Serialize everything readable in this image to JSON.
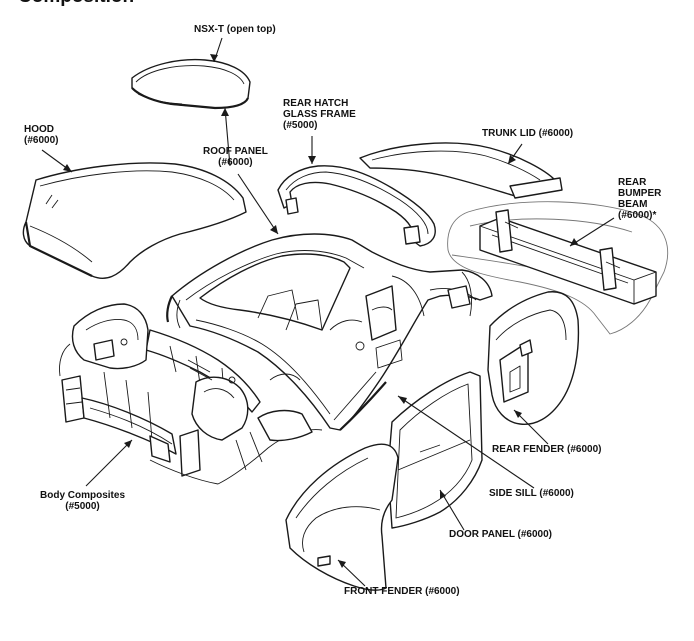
{
  "header": {
    "title": "Composition"
  },
  "labels": {
    "nsx_t": "NSX-T (open top)",
    "roof_panel": [
      "ROOF PANEL",
      "(#6000)"
    ],
    "hood": [
      "HOOD",
      "(#6000)"
    ],
    "rear_hatch": [
      "REAR HATCH",
      "GLASS FRAME",
      "(#5000)"
    ],
    "trunk_lid": "TRUNK LID (#6000)",
    "rear_bumper": [
      "REAR",
      "BUMPER",
      "BEAM",
      "(#6000)*"
    ],
    "rear_fender": "REAR FENDER (#6000)",
    "side_sill": "SIDE SILL (#6000)",
    "door_panel": "DOOR PANEL (#6000)",
    "front_fender": "FRONT FENDER (#6000)",
    "body_composites": [
      "Body Composites",
      "(#5000)"
    ]
  }
}
